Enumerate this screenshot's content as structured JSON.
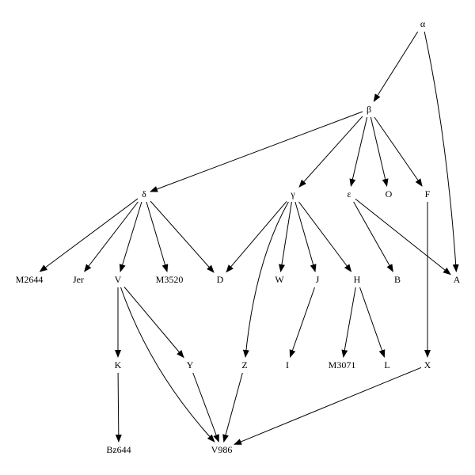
{
  "diagram": {
    "type": "directed-tree",
    "colors": {
      "line": "#000000",
      "text": "#000000",
      "background": "#ffffff"
    },
    "nodes": [
      {
        "id": "alpha",
        "label": "α"
      },
      {
        "id": "beta",
        "label": "β"
      },
      {
        "id": "delta",
        "label": "δ"
      },
      {
        "id": "gamma",
        "label": "γ"
      },
      {
        "id": "epsilon",
        "label": "ε"
      },
      {
        "id": "O",
        "label": "O"
      },
      {
        "id": "F",
        "label": "F"
      },
      {
        "id": "M2644",
        "label": "M2644"
      },
      {
        "id": "Jer",
        "label": "Jer"
      },
      {
        "id": "V",
        "label": "V"
      },
      {
        "id": "M3520",
        "label": "M3520"
      },
      {
        "id": "D",
        "label": "D"
      },
      {
        "id": "W",
        "label": "W"
      },
      {
        "id": "J",
        "label": "J"
      },
      {
        "id": "H",
        "label": "H"
      },
      {
        "id": "B",
        "label": "B"
      },
      {
        "id": "A",
        "label": "A"
      },
      {
        "id": "K",
        "label": "K"
      },
      {
        "id": "Y",
        "label": "Y"
      },
      {
        "id": "Z",
        "label": "Z"
      },
      {
        "id": "I",
        "label": "I"
      },
      {
        "id": "M3071",
        "label": "M3071"
      },
      {
        "id": "L",
        "label": "L"
      },
      {
        "id": "X",
        "label": "X"
      },
      {
        "id": "Bz644",
        "label": "Bz644"
      },
      {
        "id": "V986",
        "label": "V986"
      }
    ],
    "edges": [
      {
        "from": "alpha",
        "to": "beta"
      },
      {
        "from": "alpha",
        "to": "A"
      },
      {
        "from": "beta",
        "to": "delta"
      },
      {
        "from": "beta",
        "to": "gamma"
      },
      {
        "from": "beta",
        "to": "epsilon"
      },
      {
        "from": "beta",
        "to": "O"
      },
      {
        "from": "beta",
        "to": "F"
      },
      {
        "from": "delta",
        "to": "M2644"
      },
      {
        "from": "delta",
        "to": "Jer"
      },
      {
        "from": "delta",
        "to": "V"
      },
      {
        "from": "delta",
        "to": "M3520"
      },
      {
        "from": "delta",
        "to": "D"
      },
      {
        "from": "gamma",
        "to": "D"
      },
      {
        "from": "gamma",
        "to": "Z"
      },
      {
        "from": "gamma",
        "to": "W"
      },
      {
        "from": "gamma",
        "to": "J"
      },
      {
        "from": "gamma",
        "to": "H"
      },
      {
        "from": "epsilon",
        "to": "B"
      },
      {
        "from": "epsilon",
        "to": "A"
      },
      {
        "from": "F",
        "to": "X"
      },
      {
        "from": "V",
        "to": "K"
      },
      {
        "from": "V",
        "to": "Y"
      },
      {
        "from": "V",
        "to": "V986"
      },
      {
        "from": "J",
        "to": "I"
      },
      {
        "from": "H",
        "to": "M3071"
      },
      {
        "from": "H",
        "to": "L"
      },
      {
        "from": "K",
        "to": "Bz644"
      },
      {
        "from": "Y",
        "to": "V986"
      },
      {
        "from": "Z",
        "to": "V986"
      },
      {
        "from": "X",
        "to": "V986"
      }
    ]
  }
}
